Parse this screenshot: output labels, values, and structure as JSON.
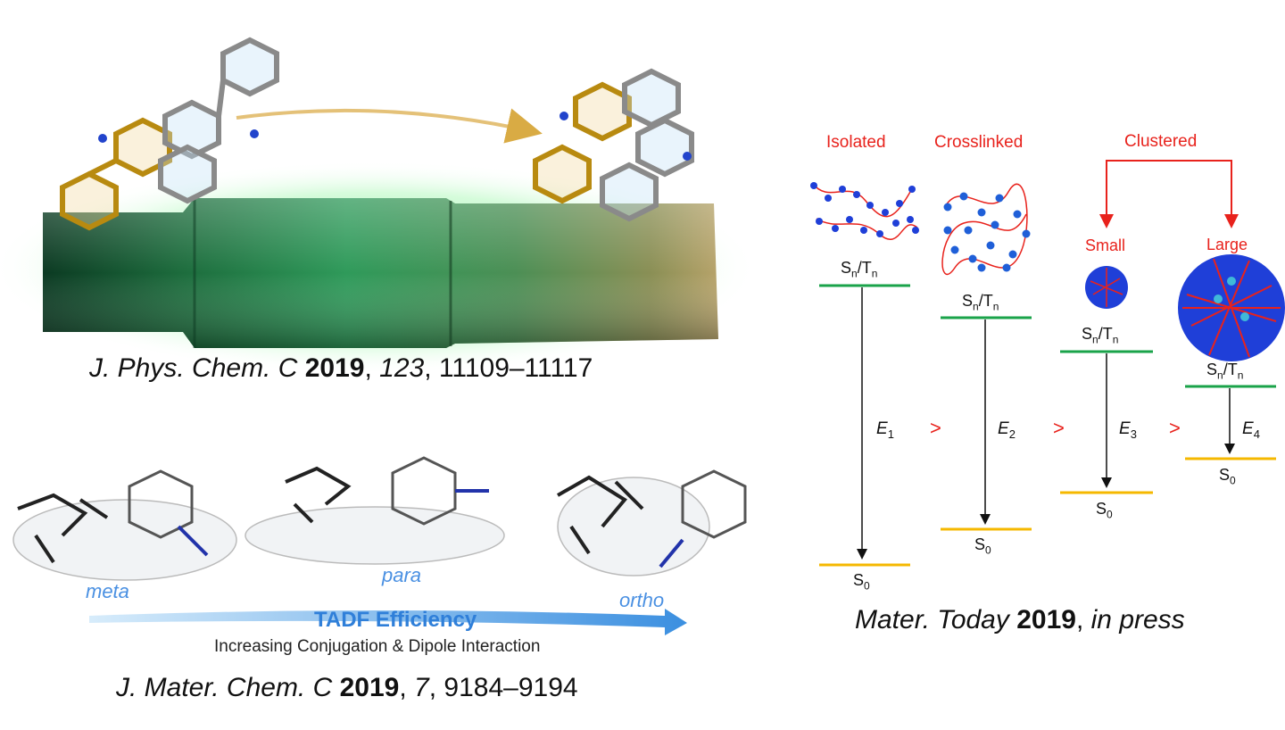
{
  "top_left": {
    "citation": {
      "journal": "J. Phys. Chem. C",
      "year": "2019",
      "volume": "123",
      "pages": "11109–11117"
    }
  },
  "bottom_left": {
    "isomers": {
      "meta": "meta",
      "para": "para",
      "ortho": "ortho"
    },
    "arrow_title": "TADF Efficiency",
    "arrow_subtitle": "Increasing Conjugation & Dipole Interaction",
    "citation": {
      "journal": "J. Mater. Chem. C",
      "year": "2019",
      "volume": "7",
      "pages": "9184–9194"
    }
  },
  "right": {
    "states": {
      "isolated": "Isolated",
      "crosslinked": "Crosslinked",
      "clustered": "Clustered",
      "small": "Small",
      "large": "Large"
    },
    "level_upper": "S",
    "level_upper_sub1": "n",
    "level_slash": "/T",
    "level_upper_sub2": "n",
    "level_lower": "S",
    "level_lower_sub": "0",
    "energies": [
      {
        "sym": "E",
        "sub": "1"
      },
      {
        "sym": "E",
        "sub": "2"
      },
      {
        "sym": "E",
        "sub": "3"
      },
      {
        "sym": "E",
        "sub": "4"
      }
    ],
    "comparator": ">",
    "citation": {
      "journal": "Mater. Today",
      "year": "2019",
      "status": "in press"
    }
  },
  "colors": {
    "upper_level": "#1aa34a",
    "lower_level": "#f5b800",
    "label_red": "#e8221c",
    "bead_blue": "#1f3fd8",
    "arrow_blue": "#4a90e2"
  }
}
